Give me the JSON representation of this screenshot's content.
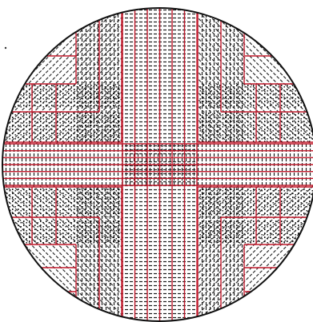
{
  "diagram": {
    "kind": "wafer-layout-pattern",
    "colors": {
      "background": "#ffffff",
      "outline": "#111111",
      "hatch": "#1a1a1a",
      "grid": "#c0182a"
    },
    "center_band": {
      "vertical_columns": 6,
      "horizontal_rows": 6
    },
    "quadrant_steps": 3
  }
}
